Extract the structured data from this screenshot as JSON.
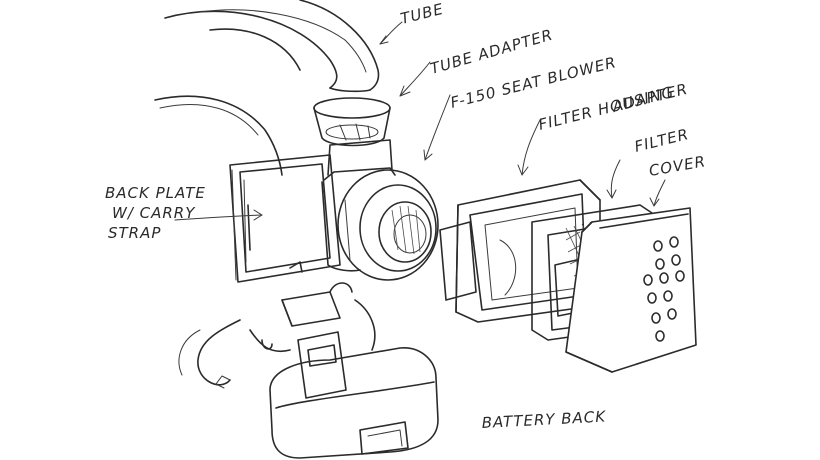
{
  "labels": {
    "tube": "TUBE",
    "tube_adapter": "TUBE ADAPTER",
    "seat_blower": "F-150 SEAT BLOWER",
    "filter_housing_line1": "FILTER HOUSING",
    "filter_housing_line2": "ADAPTER",
    "filter_cover_line1": "FILTER",
    "filter_cover_line2": "COVER",
    "back_plate_line1": "BACK PLATE",
    "back_plate_line2": "W/ CARRY",
    "back_plate_line3": "STRAP",
    "battery_pack": "BATTERY BACK"
  },
  "colors": {
    "ink": "#2b2b2b",
    "paper": "#ffffff"
  }
}
